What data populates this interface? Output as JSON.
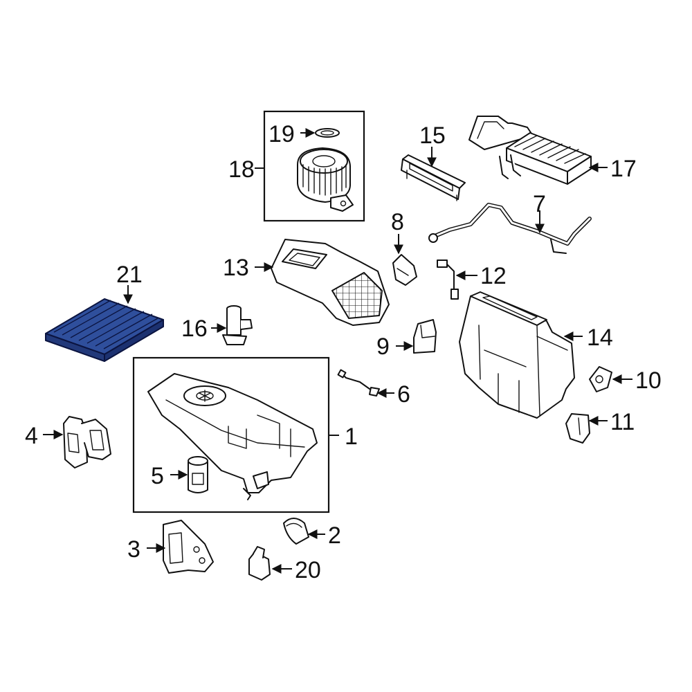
{
  "diagram": {
    "highlight_color": "#2f4f9c",
    "callouts": {
      "c1": "1",
      "c2": "2",
      "c3": "3",
      "c4": "4",
      "c5": "5",
      "c6": "6",
      "c7": "7",
      "c8": "8",
      "c9": "9",
      "c10": "10",
      "c11": "11",
      "c12": "12",
      "c13": "13",
      "c14": "14",
      "c15": "15",
      "c16": "16",
      "c17": "17",
      "c18": "18",
      "c19": "19",
      "c20": "20",
      "c21": "21"
    }
  }
}
